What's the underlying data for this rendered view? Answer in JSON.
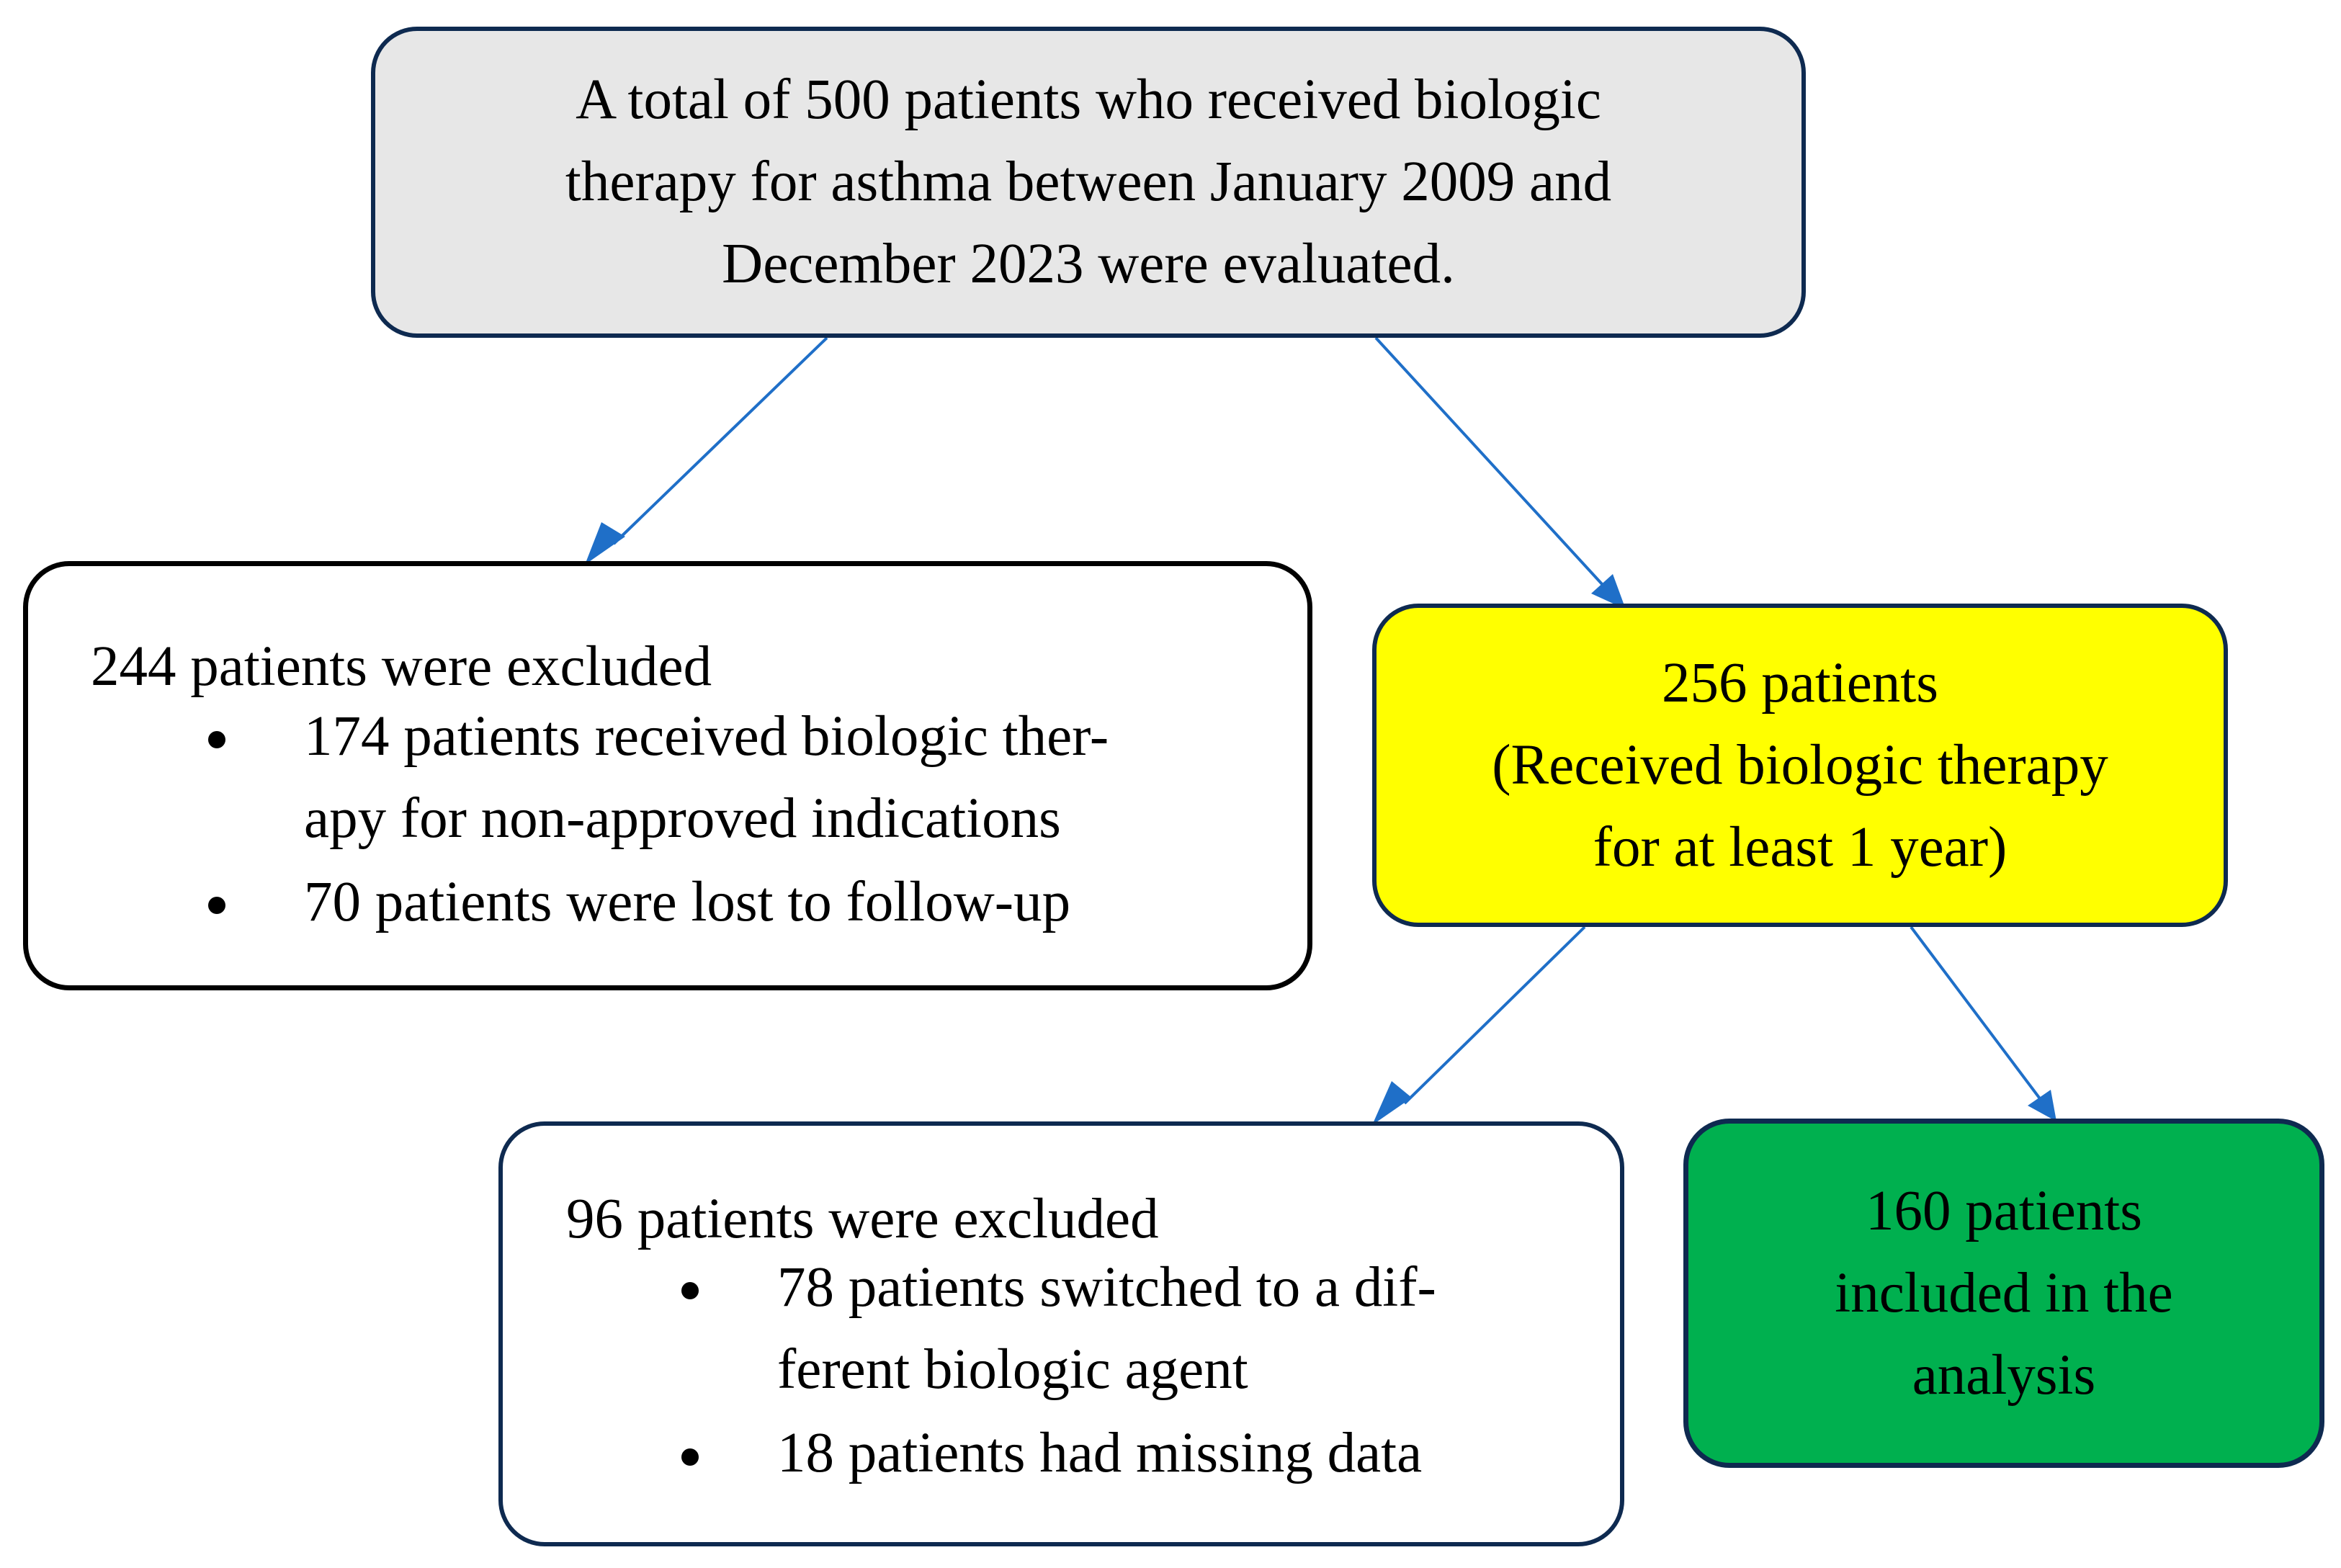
{
  "start_box": {
    "lines": [
      "A total of 500 patients who received biologic",
      "therapy for asthma between January 2009 and",
      "December 2023 were evaluated."
    ]
  },
  "exclusion_1": {
    "heading": "244 patients were excluded",
    "items": [
      {
        "lines": [
          "174 patients received biologic ther-",
          "apy for non-approved indications"
        ]
      },
      {
        "lines": [
          "70 patients were lost to follow-up"
        ]
      }
    ]
  },
  "retained_box": {
    "lines": [
      "256 patients",
      "(Received biologic therapy",
      "for at least 1 year)"
    ]
  },
  "exclusion_2": {
    "heading": "96 patients were excluded",
    "items": [
      {
        "lines": [
          "78 patients switched to a dif-",
          "ferent biologic agent"
        ]
      },
      {
        "lines": [
          "18 patients had missing data"
        ]
      }
    ]
  },
  "final_box": {
    "lines": [
      "160 patients",
      "included in the",
      "analysis"
    ]
  },
  "colors": {
    "start_fill": "#e7e7e7",
    "retained_fill": "#ffff00",
    "final_fill": "#00b04f",
    "border": "#0e2a50",
    "arrow": "#1f6fc8"
  }
}
